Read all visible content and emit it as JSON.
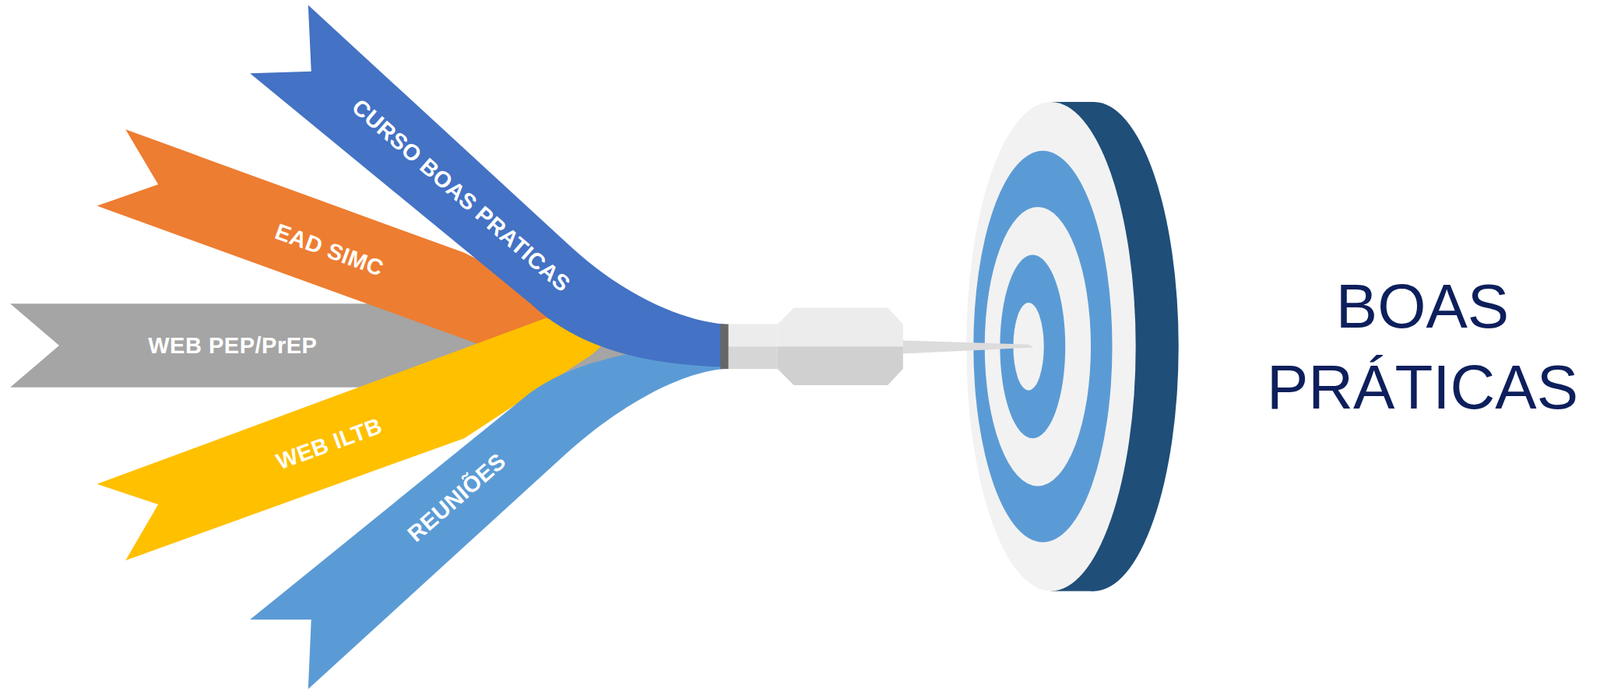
{
  "diagram": {
    "nodes": [
      {
        "text": [
          "CURSO BOAS PRATICAS"
        ]
      },
      {
        "text": [
          "EAD SIMC"
        ]
      },
      {
        "text": [
          "WEB PEP/PrEP"
        ]
      },
      {
        "text": [
          "WEB ILTB"
        ]
      },
      {
        "text": [
          "REUNIÕES"
        ]
      }
    ],
    "labels": [
      "BOAS PRÁTICAS"
    ]
  }
}
